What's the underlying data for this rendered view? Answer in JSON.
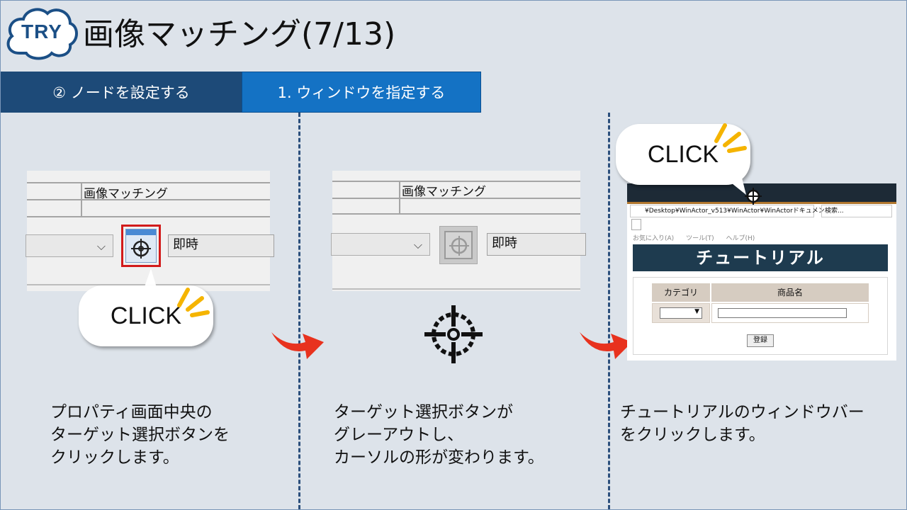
{
  "header": {
    "badge": "TRY",
    "title": "画像マッチング(7/13)"
  },
  "tabs": [
    {
      "label": "② ノードを設定する"
    },
    {
      "label": "1. ウィンドウを指定する"
    }
  ],
  "panel1": {
    "cell_label": "画像マッチング",
    "field_value": "即時",
    "callout": "CLICK",
    "description": "プロパティ画面中央の\nターゲット選択ボタンを\nクリックします。"
  },
  "panel2": {
    "cell_label": "画像マッチング",
    "field_value": "即時",
    "description": "ターゲット選択ボタンが\nグレーアウトし、\nカーソルの形が変わります。"
  },
  "panel3": {
    "callout": "CLICK",
    "address": "¥Desktop¥WinActor_v513¥WinActor¥WinActorドキュメン",
    "search": "検索...",
    "menu": [
      "お気に入り(A)",
      "ツール(T)",
      "ヘルプ(H)"
    ],
    "app_title": "チュートリアル",
    "col_category": "カテゴリ",
    "col_product": "商品名",
    "register_button": "登録",
    "description": "チュートリアルのウィンドウバー\nをクリックします。"
  },
  "colors": {
    "tab_dark": "#1d4a78",
    "tab_active": "#1472c4",
    "highlight": "#d21b1b",
    "arrow": "#e8321e",
    "burst": "#f5b400"
  }
}
